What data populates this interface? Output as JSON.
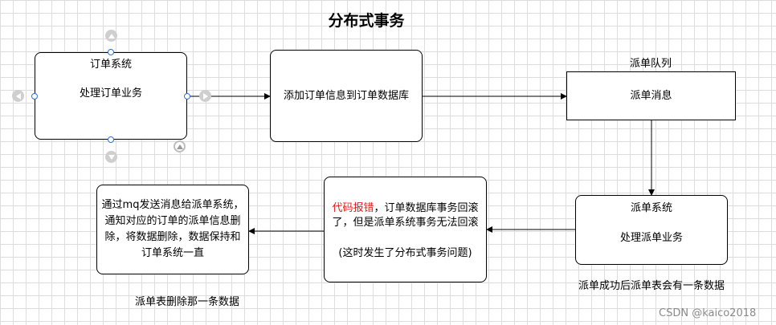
{
  "title": "分布式事务",
  "nodes": {
    "order_system": {
      "title": "订单系统",
      "body": "处理订单业务"
    },
    "add_order": {
      "text": "添加订单信息到订单数据库"
    },
    "dispatch_queue": {
      "caption": "派单队列",
      "text": "派单消息"
    },
    "dispatch_system": {
      "title": "派单系统",
      "body": "处理派单业务",
      "note": "派单成功后派单表会有一条数据"
    },
    "error": {
      "highlight": "代码报错",
      "line1_rest": "，订单数据库事务回滚",
      "line2": "了，但是派单系统事务无法回滚",
      "line3": "(这时发生了分布式事务问题)"
    },
    "mq": {
      "line1": "通过mq发送消息给派单系统，",
      "line2": "通知对应的订单的派单信息删",
      "line3": "除，将数据删除，数据保持和",
      "line4": "订单系统一直",
      "note": "派单表删除那一条数据"
    }
  },
  "watermark": "CSDN @kaico2018",
  "colors": {
    "handle": "#2f6fd6",
    "error_text": "#e21b1b",
    "grid": "#dcdcdc"
  }
}
